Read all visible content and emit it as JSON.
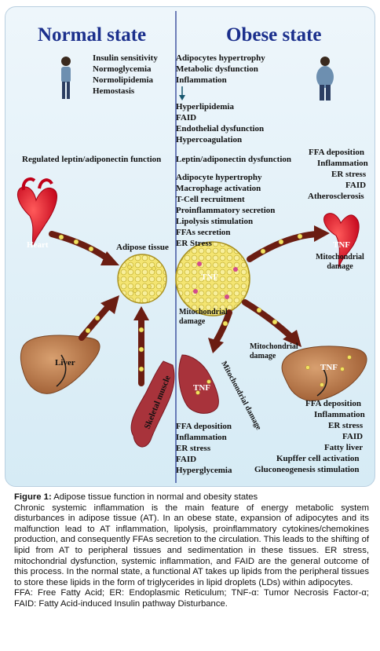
{
  "panel": {
    "left_title": "Normal state",
    "right_title": "Obese state"
  },
  "normal": {
    "traits": [
      "Insulin sensitivity",
      "Normoglycemia",
      "Normolipidemia",
      "Hemostasis"
    ],
    "regulated": "Regulated leptin/adiponectin function",
    "adipose_label": "Adipose tissue",
    "heart_label": "Heart",
    "liver_label": "Liver",
    "muscle_label": "Skeletal muscle"
  },
  "obese": {
    "traits_top": [
      "Adipocytes hypertrophy",
      "Metabolic dysfunction",
      "Inflammation"
    ],
    "traits_after": [
      "Hyperlipidemia",
      "FAID",
      "Endothelial dysfunction",
      "Hypercoagulation"
    ],
    "dysfunction": "Leptin/adiponectin dysfunction",
    "processes": [
      "Adipocyte hypertrophy",
      "Macrophage activation",
      "T-Cell recruitment",
      "Proinflammatory secretion",
      "Lipolysis stimulation",
      "FFAs secretion",
      "ER Stress"
    ],
    "heart_effects": [
      "FFA deposition",
      "Inflammation",
      "ER stress",
      "FAID",
      "Atherosclerosis"
    ],
    "heart_mito": "Mitochondrial damage",
    "adipose_mito": "Mitochondrial damage",
    "liver_mito": "Mitochondrial damage",
    "muscle_mito": "Mitochondrial damage",
    "muscle_effects": [
      "FFA deposition",
      "Inflammation",
      "ER stress",
      "FAID",
      "Hyperglycemia"
    ],
    "liver_effects": [
      "FFA deposition",
      "Inflammation",
      "ER stress",
      "FAID",
      "Fatty liver",
      "Kupffer cell activation",
      "Gluconeogenesis stimulation"
    ],
    "tnf": "TNF"
  },
  "caption": {
    "label": "Figure 1:",
    "title": " Adipose tissue function in normal and obesity states",
    "body": "Chronic systemic inflammation is the main feature of energy metabolic system disturbances in adipose tissue (AT). In an obese state, expansion of adipocytes and its malfunction lead to AT inflammation, lipolysis, proinflammatory cytokines/chemokines production, and consequently FFAs secretion to the circulation. This leads to the shifting of lipid from AT to peripheral tissues and sedimentation in these tissues. ER stress, mitochondrial dysfunction, systemic inflammation, and FAID are the general outcome of this process. In the normal state, a functional AT takes up lipids from the peripheral tissues to store these lipids in the form of triglycerides in lipid droplets (LDs) within adipocytes.",
    "abbrev": "FFA: Free Fatty Acid; ER: Endoplasmic Reticulum; TNF-α: Tumor Necrosis Factor-α; FAID: Fatty Acid-induced Insulin pathway Disturbance."
  },
  "colors": {
    "title_blue": "#1b2f8c",
    "heart_red": "#e0202c",
    "liver_brown": "#b8764a",
    "arrow_brown": "#6b1d12",
    "fat_yellow": "#f2e262"
  }
}
